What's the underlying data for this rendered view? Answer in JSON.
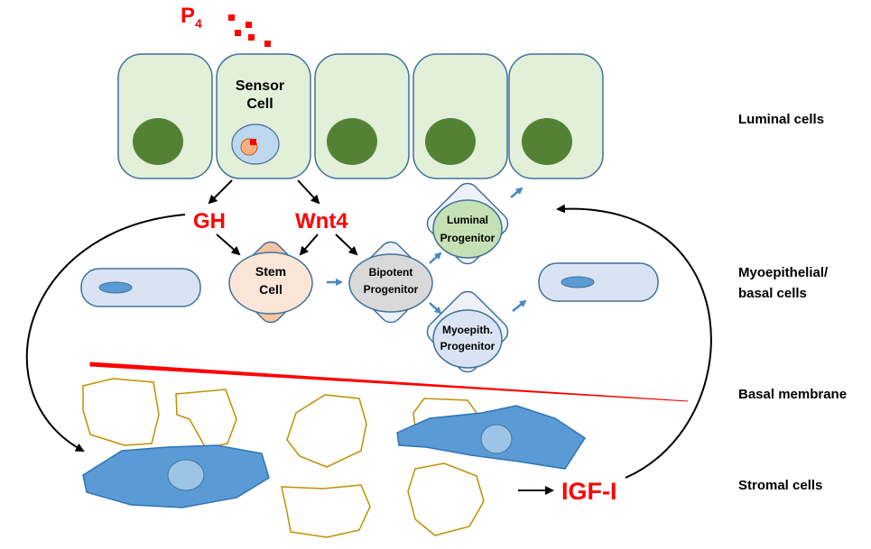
{
  "labels": {
    "hormone": "P",
    "hormone_sub": "4",
    "sensor_line1": "Sensor",
    "sensor_line2": "Cell",
    "gh": "GH",
    "wnt4": "Wnt4",
    "igf": "IGF-I",
    "stem_line1": "Stem",
    "stem_line2": "Cell",
    "bipotent_line1": "Bipotent",
    "bipotent_line2": "Progenitor",
    "luminal_prog_line1": "Luminal",
    "luminal_prog_line2": "Progenitor",
    "myoepith_line1": "Myoepith.",
    "myoepith_line2": "Progenitor"
  },
  "side_labels": {
    "luminal": "Luminal cells",
    "myo_line1": "Myoepithelial/",
    "myo_line2": "basal cells",
    "basal": "Basal membrane",
    "stromal": "Stromal cells"
  },
  "colors": {
    "red": "#ff0000",
    "luminal_fill": "#e2efd9",
    "nucleus": "#548235",
    "outline": "#41719c",
    "basal_fill": "#dae3f3",
    "basal_nucleus": "#5b9bd5",
    "stem_fill": "#f4b183",
    "bipotent_fill": "#d9d9d9",
    "luminal_prog_fill": "#c5e0b4",
    "myo_prog_fill": "#dae3f3",
    "stromal_fill": "#5b9bd5",
    "fibro_outline": "#bf9000"
  }
}
